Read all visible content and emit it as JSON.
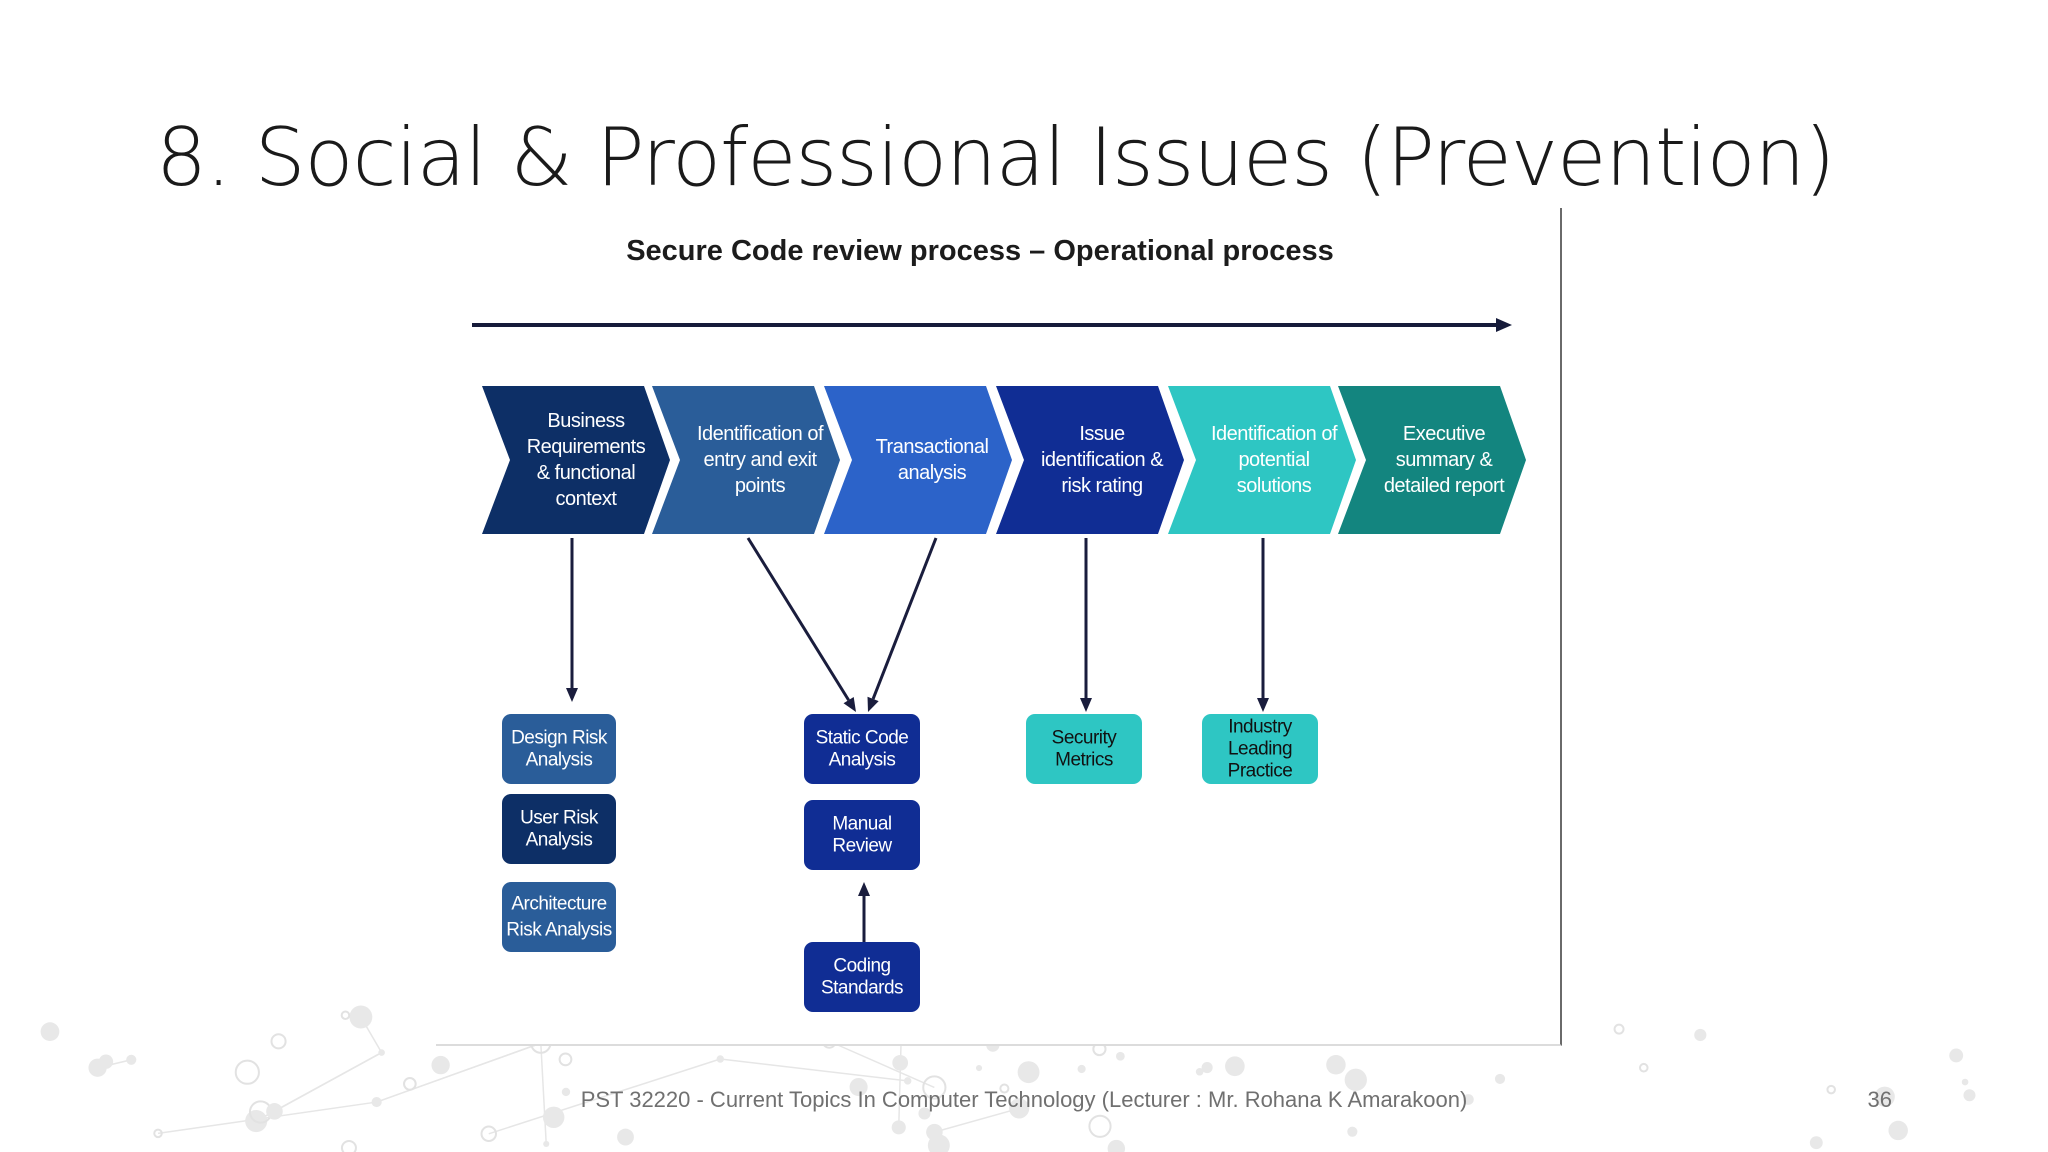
{
  "slide": {
    "title": "8. Social & Professional Issues (Prevention)",
    "footer": "PST 32220 - Current Topics In Computer Technology (Lecturer : Mr. Rohana K Amarakoon)",
    "page_number": "36"
  },
  "diagram": {
    "heading": "Secure Code review process – Operational process",
    "steps": [
      {
        "lines": [
          "Business",
          "Requirements",
          "& functional",
          "context"
        ],
        "color": "#0d2f66"
      },
      {
        "lines": [
          "Identification of",
          "entry and exit",
          "points"
        ],
        "color": "#2a5d99"
      },
      {
        "lines": [
          "Transactional",
          "analysis"
        ],
        "color": "#2c63c9"
      },
      {
        "lines": [
          "Issue",
          "identification &",
          "risk rating"
        ],
        "color": "#102d94"
      },
      {
        "lines": [
          "Identification of",
          "potential",
          "solutions"
        ],
        "color": "#2ec6c3"
      },
      {
        "lines": [
          "Executive",
          "summary &",
          "detailed report"
        ],
        "color": "#13857f"
      }
    ],
    "boxes": [
      {
        "id": "design-risk-analysis",
        "lines": [
          "Design Risk",
          "Analysis"
        ],
        "color": "#2a5d99",
        "text_color": "#ffffff"
      },
      {
        "id": "user-risk-analysis",
        "lines": [
          "User Risk",
          "Analysis"
        ],
        "color": "#0d2f66",
        "text_color": "#ffffff"
      },
      {
        "id": "architecture-risk-analysis",
        "lines": [
          "Architecture",
          "Risk Analysis"
        ],
        "color": "#2a5d99",
        "text_color": "#ffffff"
      },
      {
        "id": "static-code-analysis",
        "lines": [
          "Static Code",
          "Analysis"
        ],
        "color": "#102d94",
        "text_color": "#ffffff"
      },
      {
        "id": "manual-review",
        "lines": [
          "Manual",
          "Review"
        ],
        "color": "#102d94",
        "text_color": "#ffffff"
      },
      {
        "id": "coding-standards",
        "lines": [
          "Coding",
          "Standards"
        ],
        "color": "#102d94",
        "text_color": "#ffffff"
      },
      {
        "id": "security-metrics",
        "lines": [
          "Security",
          "Metrics"
        ],
        "color": "#2ec6c3",
        "text_color": "#111111"
      },
      {
        "id": "industry-leading-practice",
        "lines": [
          "Industry",
          "Leading",
          "Practice"
        ],
        "color": "#2ec6c3",
        "text_color": "#111111"
      }
    ]
  }
}
